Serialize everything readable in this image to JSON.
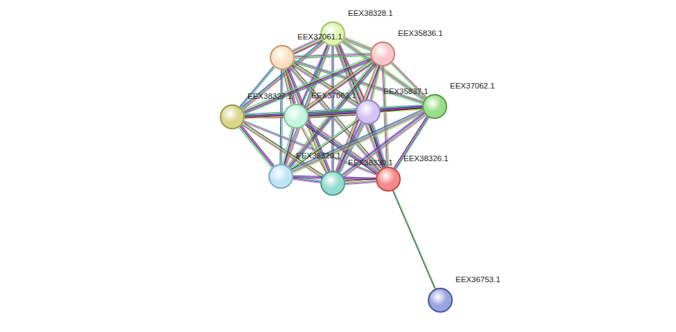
{
  "diagram": {
    "nodes": [
      {
        "text": [
          "EEX38328.1"
        ]
      },
      {
        "text": [
          "EEX37061.1"
        ]
      },
      {
        "text": [
          "EEX35836.1"
        ]
      },
      {
        "text": [
          "EEX38327.1"
        ]
      },
      {
        "text": [
          "EEX37063.1"
        ]
      },
      {
        "text": [
          "EEX35837.1"
        ]
      },
      {
        "text": [
          "EEX37062.1"
        ]
      },
      {
        "text": [
          "EEX38329.1"
        ]
      },
      {
        "text": [
          "EEX38330.1"
        ]
      },
      {
        "text": [
          "EEX38326.1"
        ]
      },
      {
        "text": [
          "EEX36753.1"
        ]
      }
    ],
    "edges": [
      {
        "from": 0,
        "to": 1,
        "arrow": "none"
      },
      {
        "from": 0,
        "to": 2,
        "arrow": "none"
      },
      {
        "from": 0,
        "to": 3,
        "arrow": "none"
      },
      {
        "from": 0,
        "to": 4,
        "arrow": "none"
      },
      {
        "from": 0,
        "to": 5,
        "arrow": "none"
      },
      {
        "from": 0,
        "to": 6,
        "arrow": "none"
      },
      {
        "from": 0,
        "to": 7,
        "arrow": "none"
      },
      {
        "from": 0,
        "to": 8,
        "arrow": "none"
      },
      {
        "from": 0,
        "to": 9,
        "arrow": "none"
      },
      {
        "from": 1,
        "to": 2,
        "arrow": "none"
      },
      {
        "from": 1,
        "to": 3,
        "arrow": "none"
      },
      {
        "from": 1,
        "to": 4,
        "arrow": "none"
      },
      {
        "from": 1,
        "to": 5,
        "arrow": "none"
      },
      {
        "from": 1,
        "to": 6,
        "arrow": "none"
      },
      {
        "from": 1,
        "to": 7,
        "arrow": "none"
      },
      {
        "from": 1,
        "to": 8,
        "arrow": "none"
      },
      {
        "from": 1,
        "to": 9,
        "arrow": "none"
      },
      {
        "from": 2,
        "to": 3,
        "arrow": "none"
      },
      {
        "from": 2,
        "to": 4,
        "arrow": "none"
      },
      {
        "from": 2,
        "to": 5,
        "arrow": "none"
      },
      {
        "from": 2,
        "to": 6,
        "arrow": "none"
      },
      {
        "from": 2,
        "to": 7,
        "arrow": "none"
      },
      {
        "from": 2,
        "to": 8,
        "arrow": "none"
      },
      {
        "from": 2,
        "to": 9,
        "arrow": "none"
      },
      {
        "from": 3,
        "to": 4,
        "arrow": "none"
      },
      {
        "from": 3,
        "to": 5,
        "arrow": "none"
      },
      {
        "from": 3,
        "to": 6,
        "arrow": "none"
      },
      {
        "from": 3,
        "to": 7,
        "arrow": "none"
      },
      {
        "from": 3,
        "to": 8,
        "arrow": "none"
      },
      {
        "from": 3,
        "to": 9,
        "arrow": "none"
      },
      {
        "from": 4,
        "to": 5,
        "arrow": "none"
      },
      {
        "from": 4,
        "to": 6,
        "arrow": "none"
      },
      {
        "from": 4,
        "to": 7,
        "arrow": "none"
      },
      {
        "from": 4,
        "to": 8,
        "arrow": "none"
      },
      {
        "from": 4,
        "to": 9,
        "arrow": "none"
      },
      {
        "from": 5,
        "to": 6,
        "arrow": "none"
      },
      {
        "from": 5,
        "to": 7,
        "arrow": "none"
      },
      {
        "from": 5,
        "to": 8,
        "arrow": "none"
      },
      {
        "from": 5,
        "to": 9,
        "arrow": "none"
      },
      {
        "from": 6,
        "to": 7,
        "arrow": "none"
      },
      {
        "from": 6,
        "to": 8,
        "arrow": "none"
      },
      {
        "from": 6,
        "to": 9,
        "arrow": "none"
      },
      {
        "from": 7,
        "to": 8,
        "arrow": "none"
      },
      {
        "from": 7,
        "to": 9,
        "arrow": "none"
      },
      {
        "from": 8,
        "to": 9,
        "arrow": "none"
      },
      {
        "from": 9,
        "to": 10,
        "arrow": "none"
      }
    ]
  }
}
